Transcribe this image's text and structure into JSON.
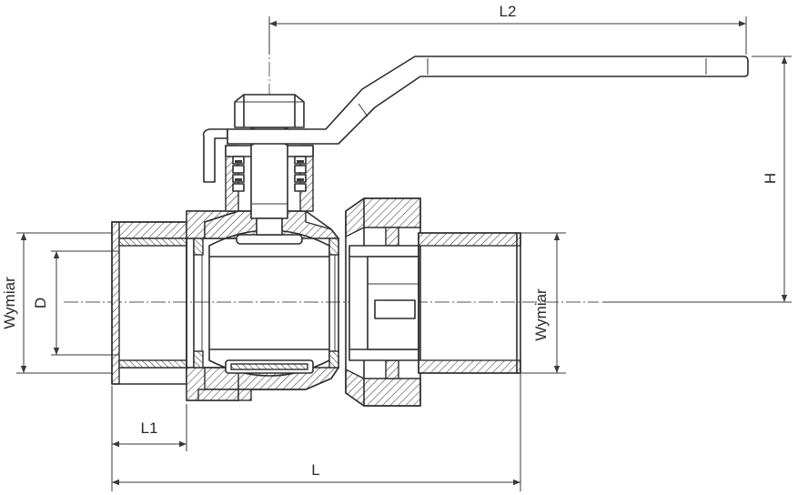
{
  "labels": {
    "L2": "L2",
    "H": "H",
    "D": "D",
    "L1": "L1",
    "L": "L",
    "wymiar_left": "Wymiar",
    "wymiar_right": "Wymiar"
  }
}
